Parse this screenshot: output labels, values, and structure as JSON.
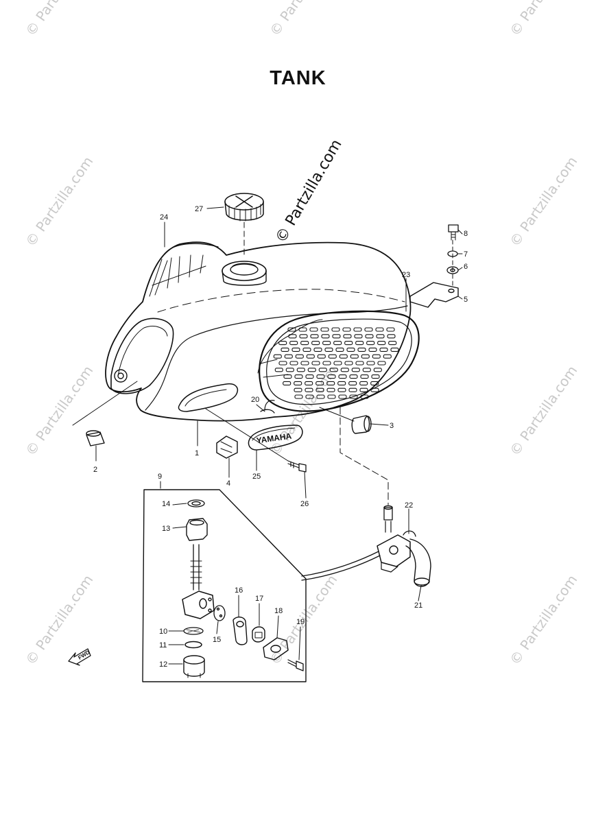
{
  "title": "TANK",
  "watermark": "© Partzilla.com",
  "watermark_short": "© Partz",
  "center_watermark": "© Partzilla.com",
  "emblem_text": "YAMAHA",
  "fwd_text": "FWD",
  "callouts": [
    "1",
    "2",
    "3",
    "4",
    "5",
    "6",
    "7",
    "8",
    "9",
    "10",
    "11",
    "12",
    "13",
    "14",
    "15",
    "16",
    "17",
    "18",
    "19",
    "20",
    "21",
    "22",
    "23",
    "24",
    "25",
    "26",
    "27"
  ]
}
